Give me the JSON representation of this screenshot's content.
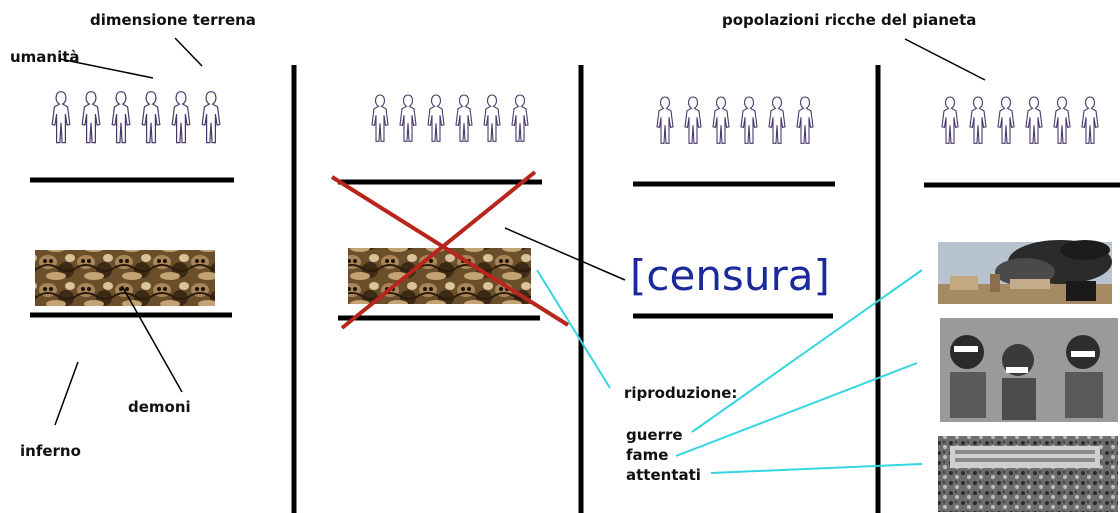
{
  "labels": {
    "dimensione_terrena": "dimensione terrena",
    "umanita": "umanità",
    "demoni": "demoni",
    "inferno": "inferno",
    "censura": "[censura]",
    "popolazioni": "popolazioni ricche del pianeta",
    "riproduzione": "riproduzione:",
    "guerre": "guerre",
    "fame": "fame",
    "attentati": "attentati"
  },
  "colors": {
    "divider": "#000000",
    "cross": "#b8251c",
    "connector_cyan": "#33d6e0",
    "censura_text": "#1b2a9a"
  },
  "images": {
    "humans": "human-outline-figures",
    "demons": "demons-strip-image",
    "war": "war-smoke-photo",
    "hunger": "starving-children-photo",
    "attack": "bombed-crowd-photo"
  }
}
